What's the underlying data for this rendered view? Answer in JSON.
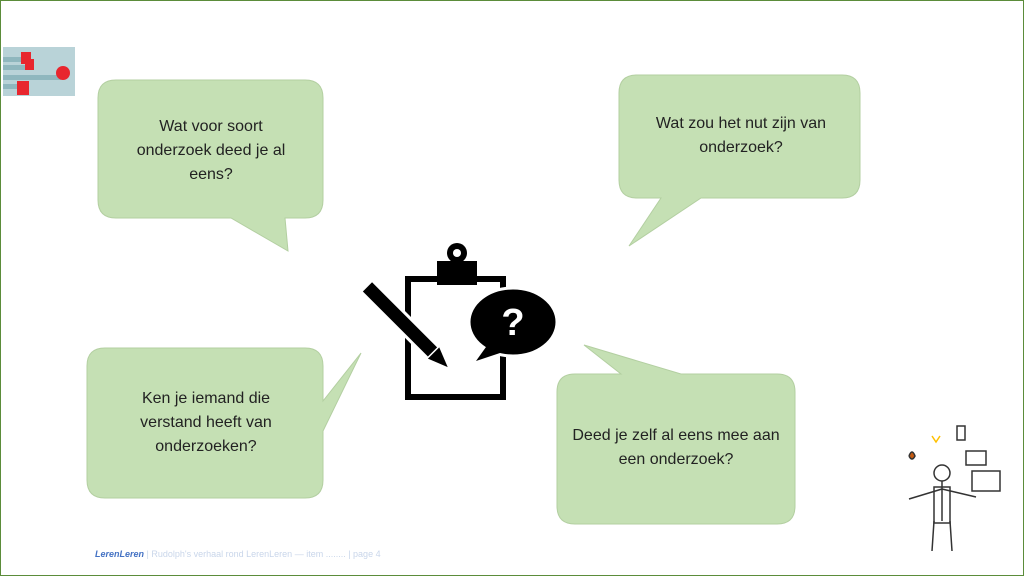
{
  "bubbles": [
    {
      "text": "Wat voor soort onderzoek deed je al eens?"
    },
    {
      "text": "Wat zou het nut zijn van onderzoek?"
    },
    {
      "text": "Ken je iemand die verstand heeft van onderzoeken?"
    },
    {
      "text": "Deed je zelf al eens mee aan een onderzoek?"
    }
  ],
  "footer": {
    "brand": "LerenLeren",
    "sep1": " | ",
    "subtitle": "Rudolph's verhaal rond LerenLeren  — item ........",
    "sep2": " | ",
    "page": "page 4"
  },
  "center_icon": {
    "question_mark": "?"
  },
  "colors": {
    "bubble": "#c5e0b4",
    "border": "#5b8c3a"
  }
}
